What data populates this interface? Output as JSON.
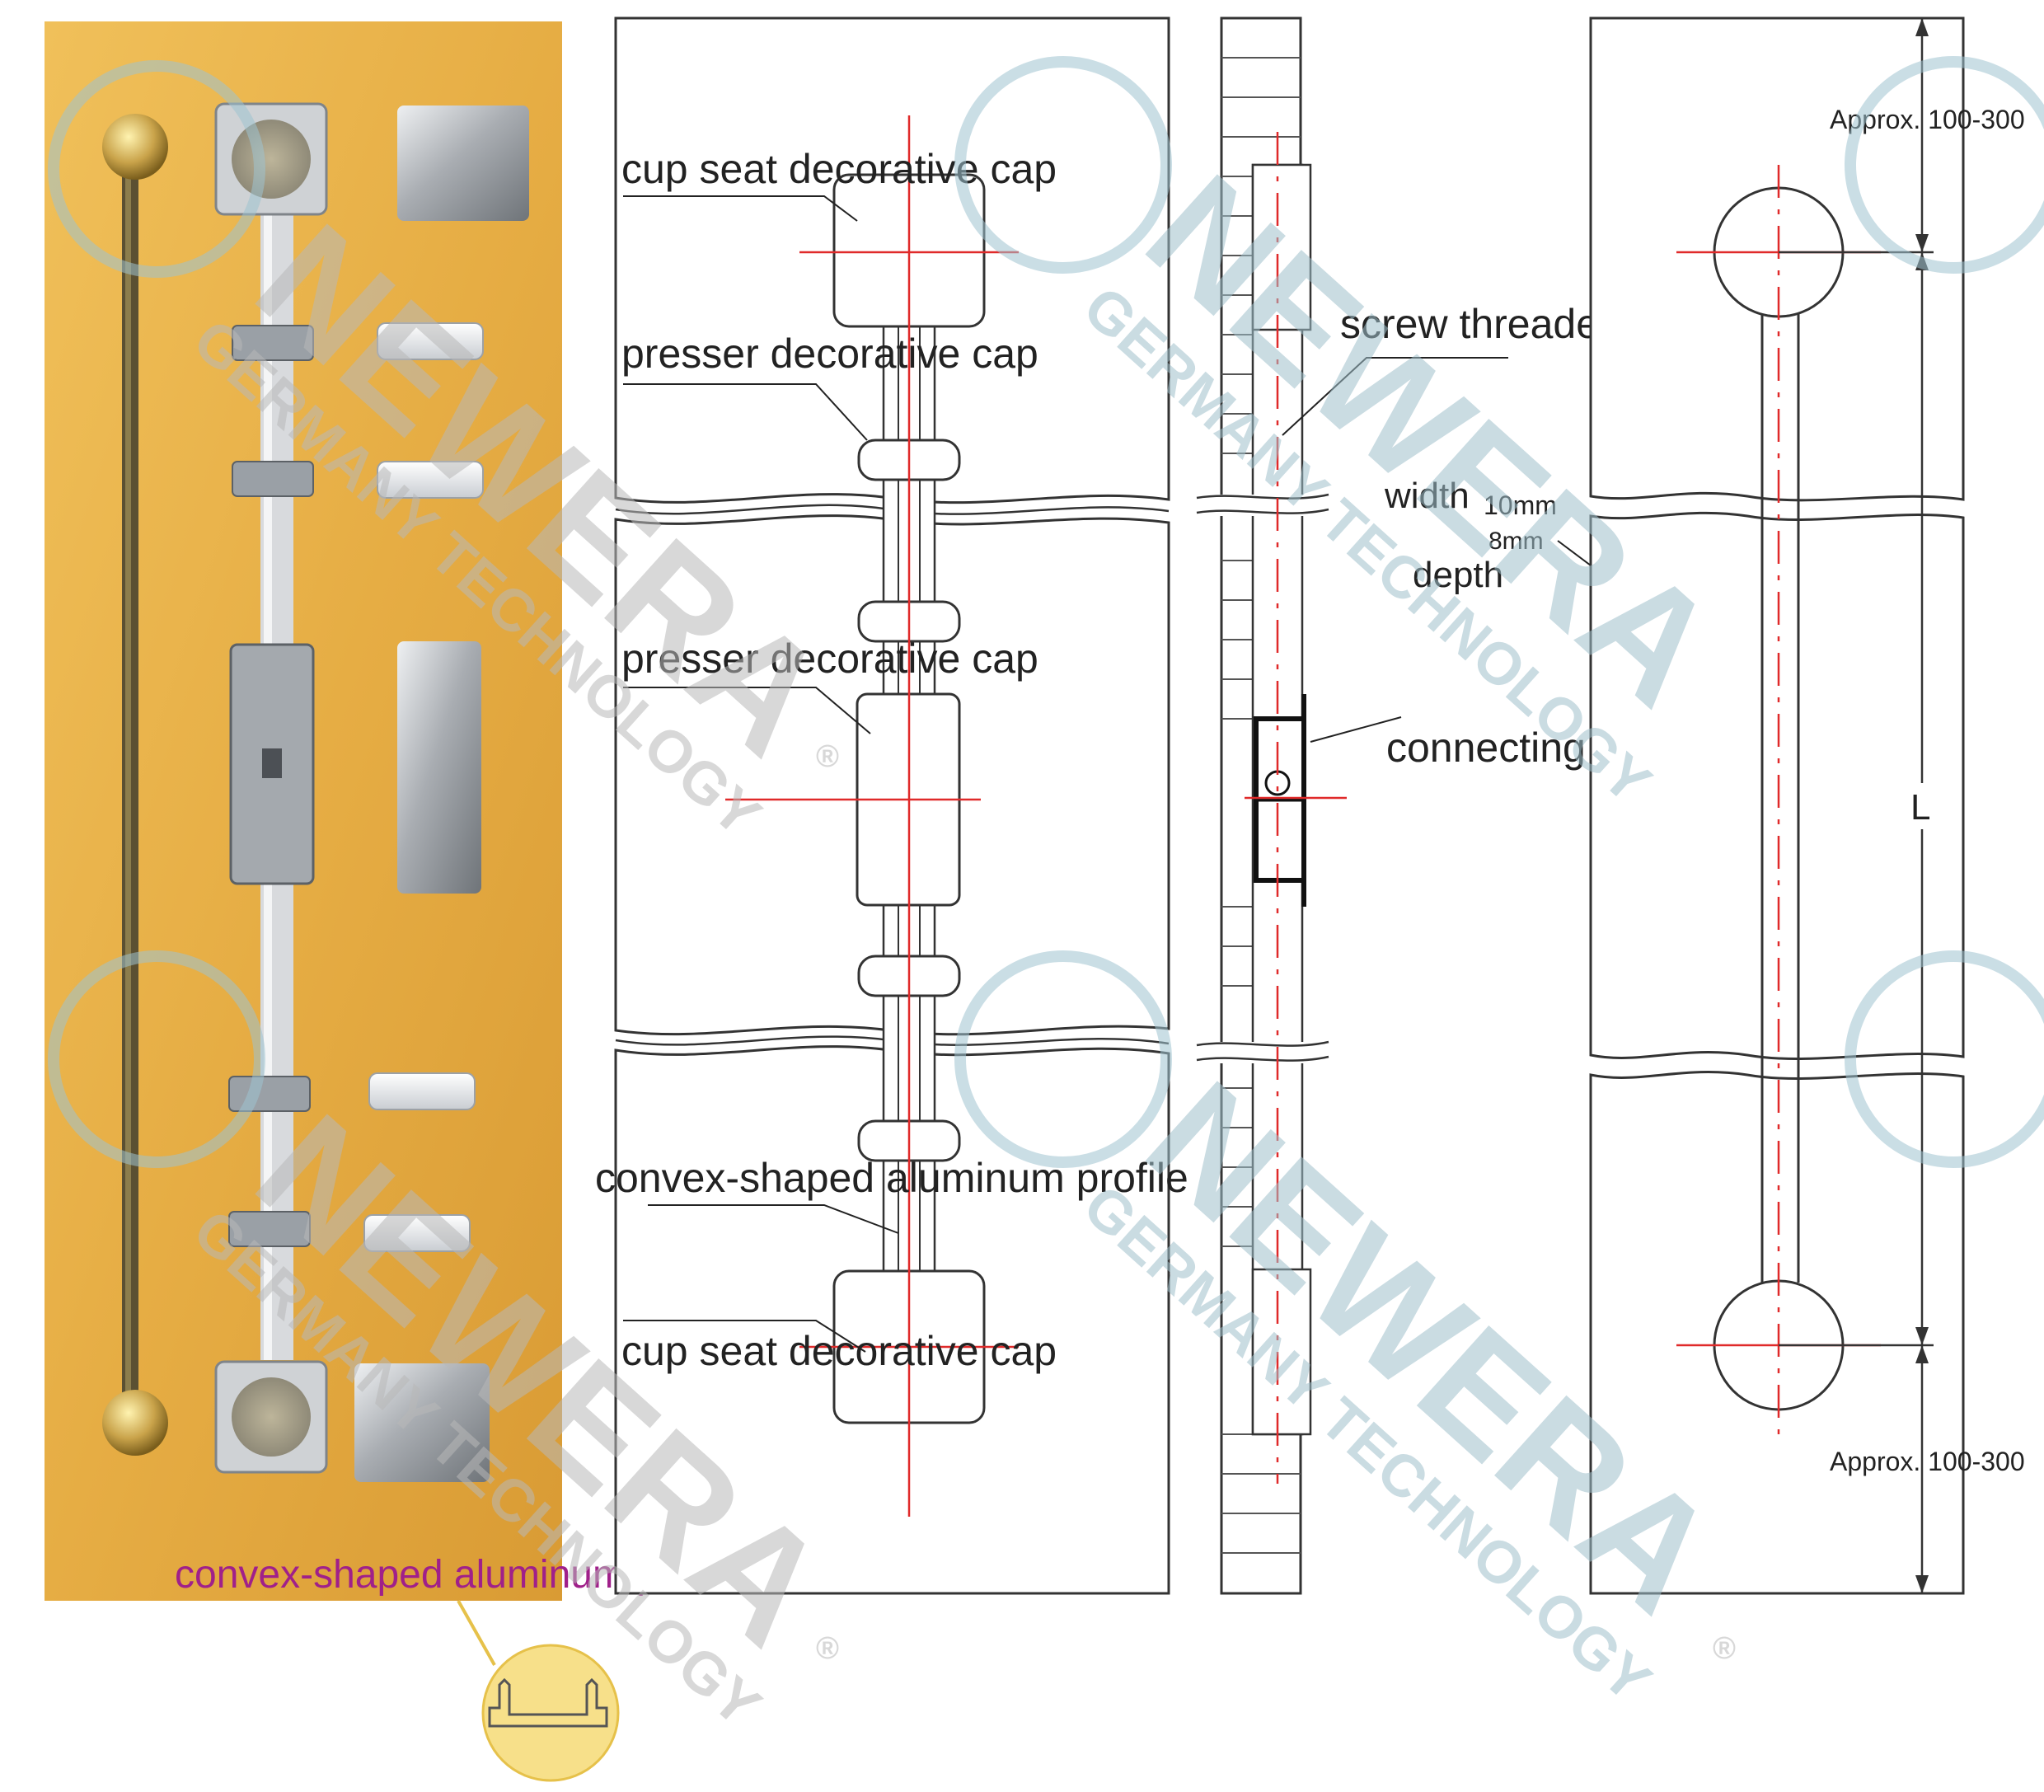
{
  "photo": {
    "caption": "convex-shaped aluminum profile"
  },
  "front_view": {
    "labels": {
      "cup_seat_top": "cup seat decorative cap",
      "presser_top": "presser decorative cap",
      "presser_mid": "presser decorative cap",
      "profile": "convex-shaped aluminum profile",
      "cup_seat_bottom": "cup seat decorative cap"
    }
  },
  "side_view": {
    "labels": {
      "rod": "screw threaded rod",
      "width": "width",
      "width_value": "10mm",
      "depth_value": "8mm",
      "depth": "depth",
      "sleeve": "connecting sleeve"
    }
  },
  "dimension_view": {
    "top_dim": "Approx. 100-300",
    "length": "L",
    "bottom_dim": "Approx. 100-300"
  },
  "watermark": {
    "brand": "NEWERA",
    "sub": "GERMANY TECHNOLOGY",
    "mark": "®"
  },
  "colors": {
    "wood": "#e9b24a",
    "centerline": "#e02a2a",
    "caption": "#a0208a",
    "callout": "#f7e08a",
    "watermark_blue": "#9fc3d0",
    "watermark_gray": "#bcbcbc"
  }
}
